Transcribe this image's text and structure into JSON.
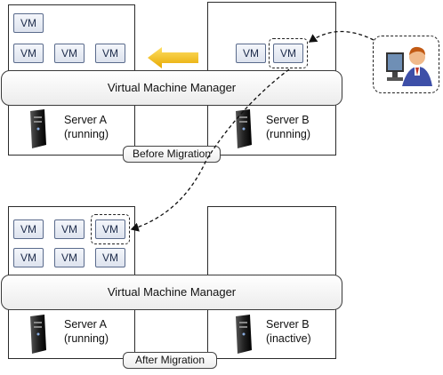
{
  "vm_label": "VM",
  "before": {
    "vmm_label": "Virtual Machine Manager",
    "server_a": {
      "name": "Server A",
      "status": "(running)"
    },
    "server_b": {
      "name": "Server B",
      "status": "(running)"
    },
    "caption": "Before Migration"
  },
  "after": {
    "vmm_label": "Virtual Machine Manager",
    "server_a": {
      "name": "Server A",
      "status": "(running)"
    },
    "server_b": {
      "name": "Server B",
      "status": "(inactive)"
    },
    "caption": "After Migration"
  },
  "colors": {
    "arrow_fill": "#f5c518",
    "vm_border": "#5a6b8c",
    "admin_shirt": "#3d4fa8",
    "admin_hair": "#c25a14"
  },
  "icons": [
    "server-tower-icon",
    "admin-user-icon",
    "migration-arrow-icon"
  ]
}
